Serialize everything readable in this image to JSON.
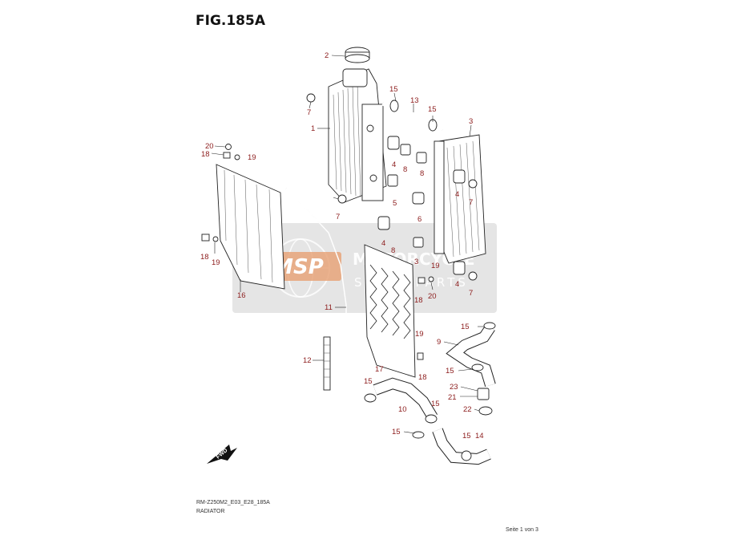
{
  "figure": {
    "title": "FIG.185A",
    "code": "RM-Z250M2_E03_E28_185A",
    "name": "RADIATOR",
    "page": "Seite 1 von 3"
  },
  "watermark": {
    "logo": "MSP",
    "line1": "MOTORCYCLE",
    "line2": "SPARE PARTS",
    "color": "#c9c9c9",
    "logo_color": "#e8a57a"
  },
  "fwd_label": "FWD",
  "accent_color": "#8c1c1c",
  "callouts": [
    {
      "label": "2"
    },
    {
      "label": "15"
    },
    {
      "label": "13"
    },
    {
      "label": "7"
    },
    {
      "label": "1"
    },
    {
      "label": "15"
    },
    {
      "label": "3"
    },
    {
      "label": "20"
    },
    {
      "label": "18"
    },
    {
      "label": "19"
    },
    {
      "label": "4"
    },
    {
      "label": "8"
    },
    {
      "label": "8"
    },
    {
      "label": "5"
    },
    {
      "label": "4"
    },
    {
      "label": "7"
    },
    {
      "label": "7"
    },
    {
      "label": "6"
    },
    {
      "label": "18"
    },
    {
      "label": "19"
    },
    {
      "label": "4"
    },
    {
      "label": "8"
    },
    {
      "label": "3"
    },
    {
      "label": "19"
    },
    {
      "label": "4"
    },
    {
      "label": "16"
    },
    {
      "label": "11"
    },
    {
      "label": "18"
    },
    {
      "label": "20"
    },
    {
      "label": "7"
    },
    {
      "label": "15"
    },
    {
      "label": "9"
    },
    {
      "label": "19"
    },
    {
      "label": "12"
    },
    {
      "label": "17"
    },
    {
      "label": "15"
    },
    {
      "label": "18"
    },
    {
      "label": "15"
    },
    {
      "label": "23"
    },
    {
      "label": "21"
    },
    {
      "label": "10"
    },
    {
      "label": "15"
    },
    {
      "label": "22"
    },
    {
      "label": "15"
    },
    {
      "label": "15"
    },
    {
      "label": "14"
    }
  ]
}
